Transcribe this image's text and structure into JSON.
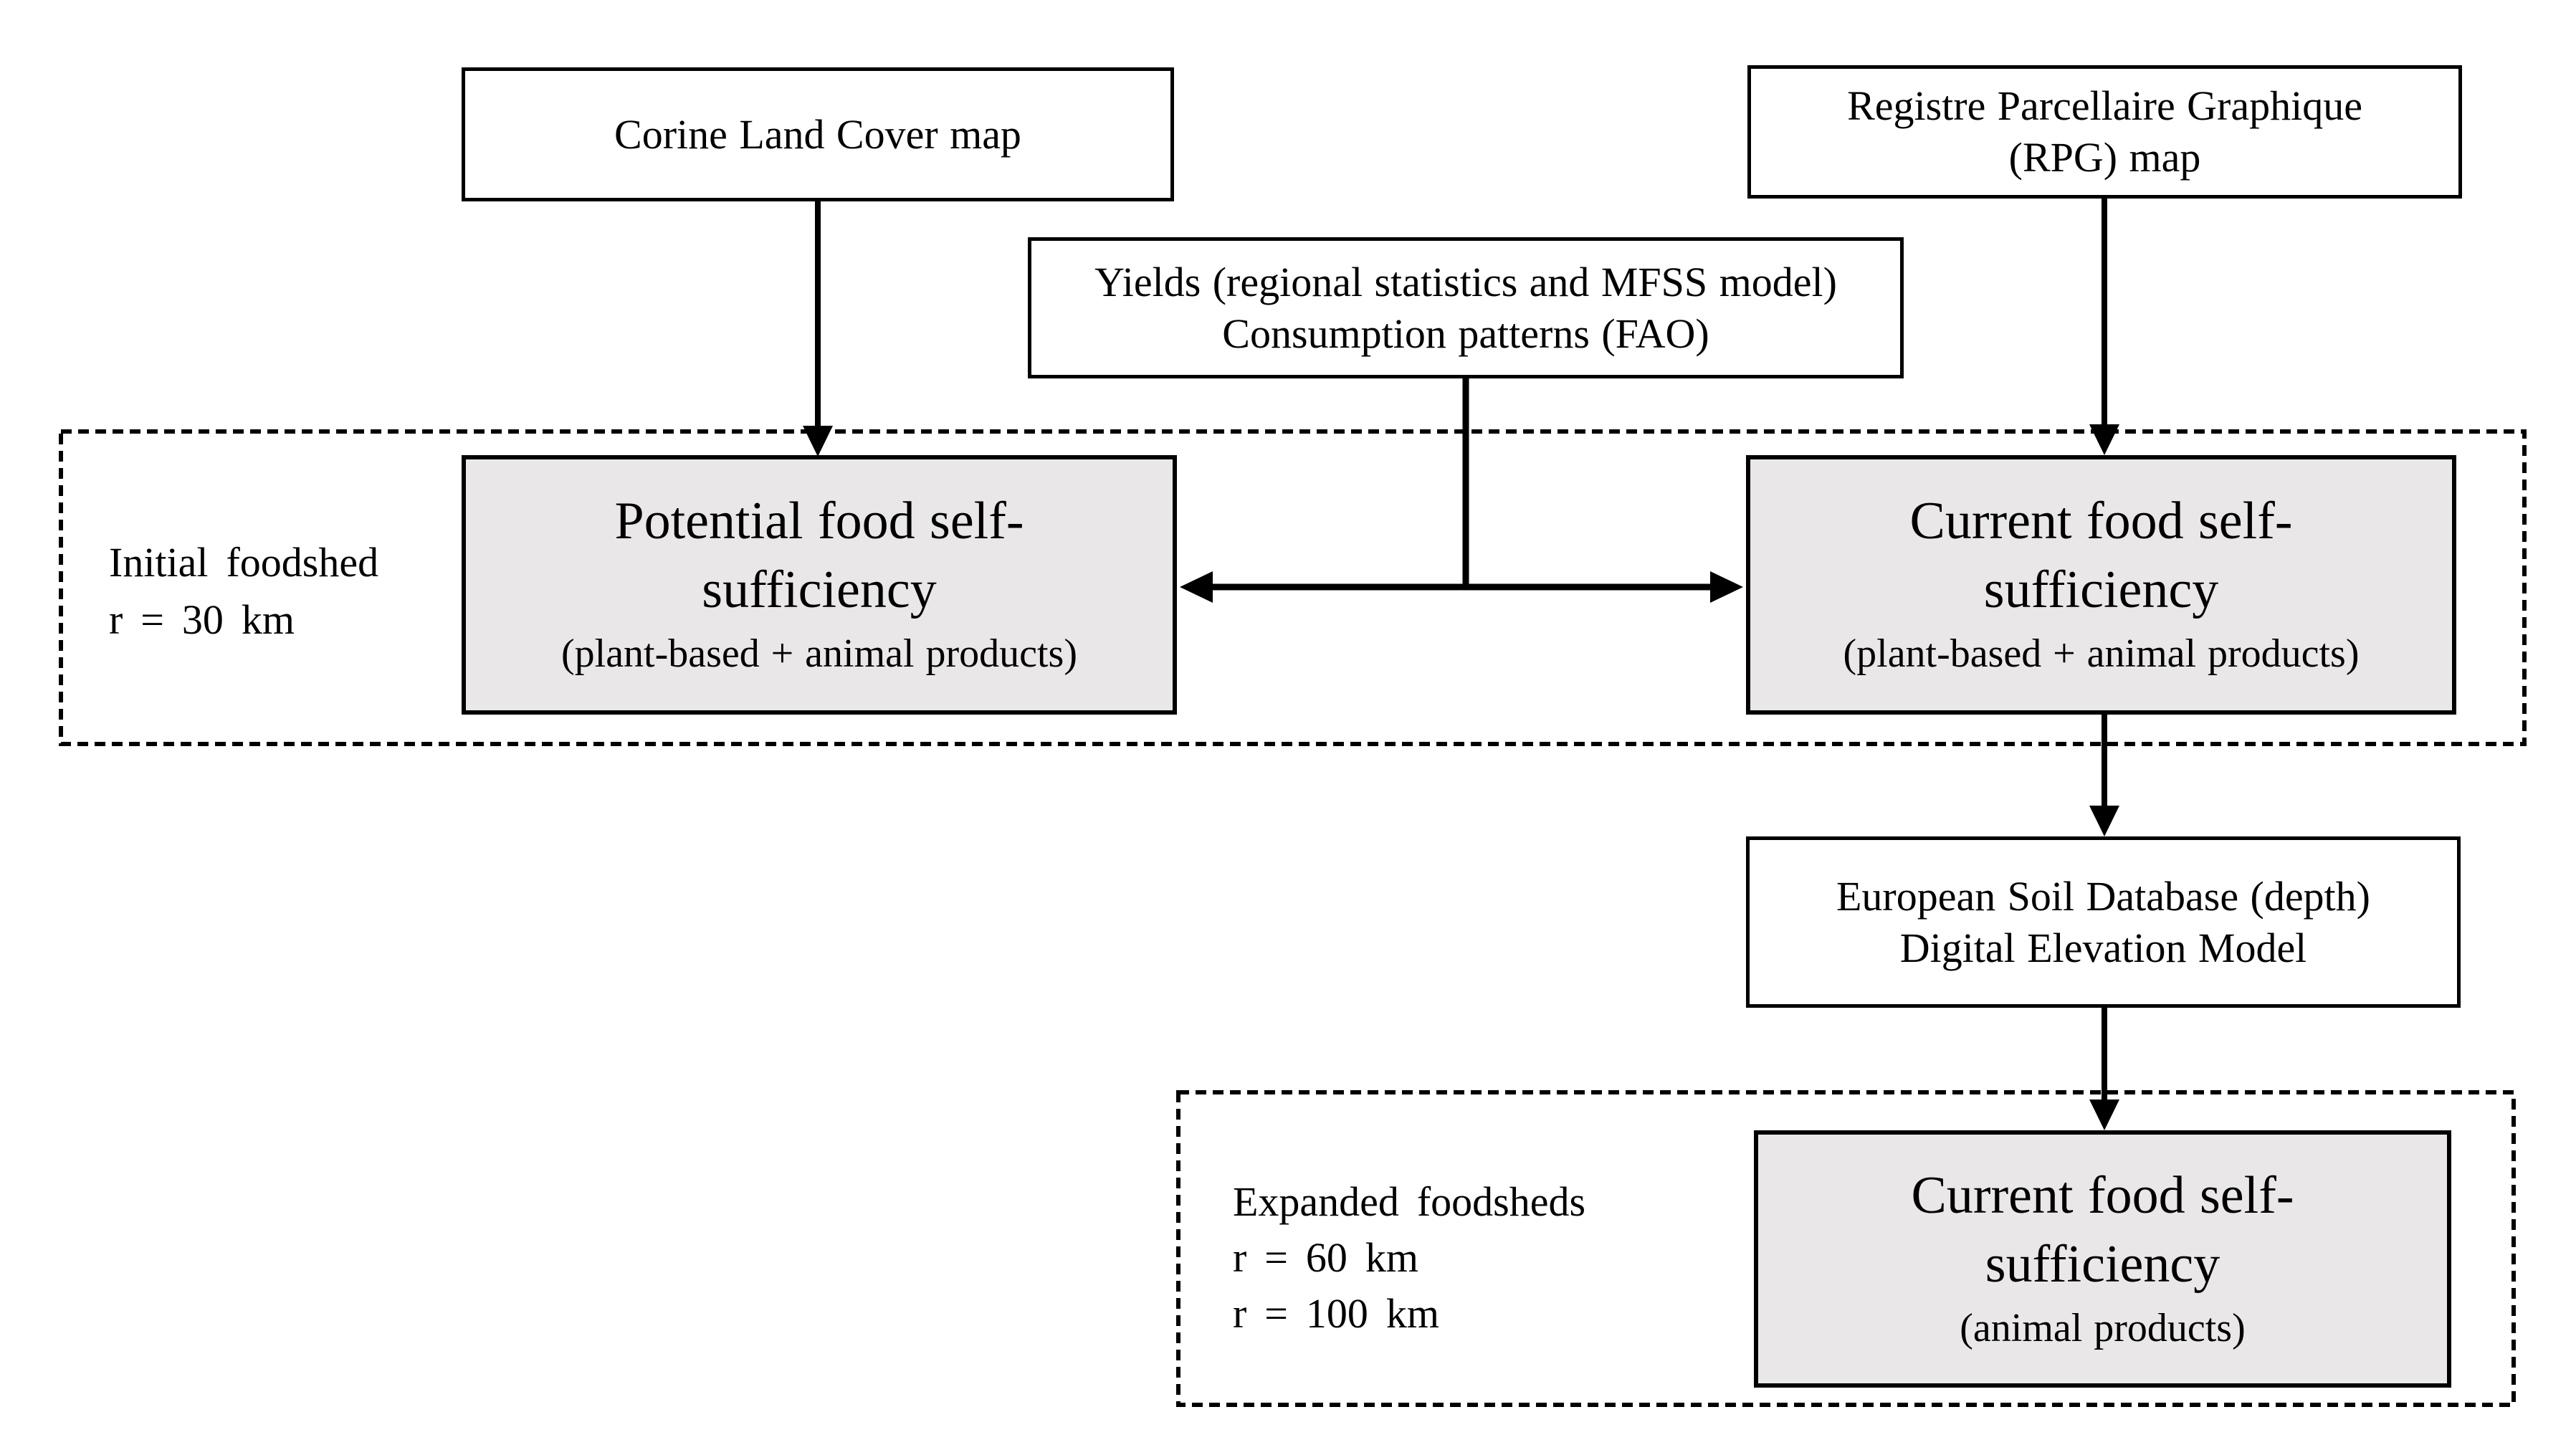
{
  "colors": {
    "background": "#ffffff",
    "box_fill_white": "#ffffff",
    "box_fill_gray": "#e9e7e7",
    "line_color": "#000000"
  },
  "nodes": {
    "corine": {
      "lines": [
        "Corine Land Cover map"
      ]
    },
    "rpg": {
      "lines": [
        "Registre Parcellaire Graphique",
        "(RPG) map"
      ]
    },
    "yields": {
      "lines": [
        "Yields (regional statistics and MFSS model)",
        "Consumption patterns (FAO)"
      ]
    },
    "potential_fss": {
      "title_lines": [
        "Potential food self-",
        "sufficiency"
      ],
      "subtitle": "(plant-based + animal products)"
    },
    "current_fss": {
      "title_lines": [
        "Current food self-",
        "sufficiency"
      ],
      "subtitle": "(plant-based + animal products)"
    },
    "soil_dem": {
      "lines": [
        "European Soil Database (depth)",
        "Digital Elevation Model"
      ]
    },
    "current_fss_animal": {
      "title_lines": [
        "Current food self-",
        "sufficiency"
      ],
      "subtitle": "(animal products)"
    }
  },
  "group_labels": {
    "initial_foodshed": {
      "lines": [
        "Initial foodshed",
        "r = 30 km"
      ]
    },
    "expanded_foodsheds": {
      "lines": [
        "Expanded foodsheds",
        "r = 60 km",
        "r = 100 km"
      ]
    }
  }
}
